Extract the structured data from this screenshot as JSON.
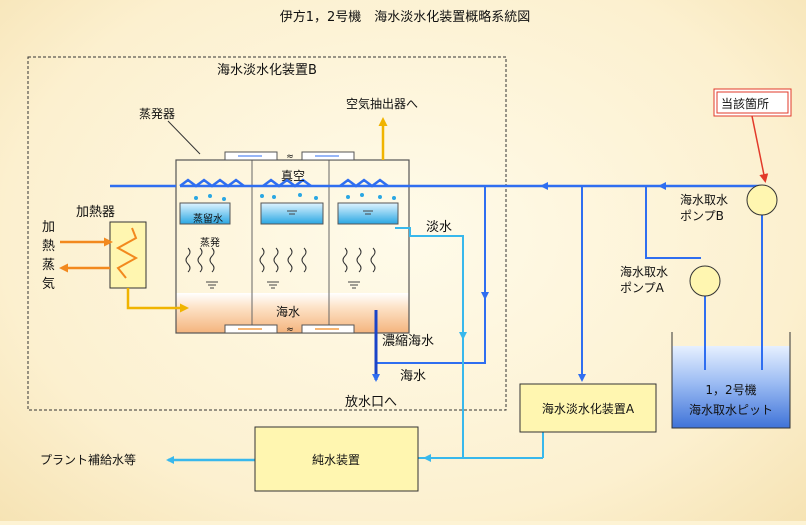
{
  "title": "伊方1，2号機　海水淡水化装置概略系統図",
  "colors": {
    "seawater": "#2f6ef0",
    "freshwater": "#38b8ec",
    "steam_orange": "#f2891e",
    "condensate_yellow": "#f0b400",
    "highlight_red": "#e23a2a",
    "box_yellow": "#fff6b0"
  },
  "labels": {
    "unit_b": "海水淡水化装置B",
    "evaporator": "蒸発器",
    "air_extractor": "空気抽出器へ",
    "vacuum": "真空",
    "distillate": "蒸留水",
    "evaporation": "蒸発",
    "seawater_in_tank": "海水",
    "heater": "加熱器",
    "heating_steam_chars": [
      "加",
      "熱",
      "蒸",
      "気"
    ],
    "fresh_water": "淡水",
    "brine": "濃縮海水",
    "seawater_return": "海水",
    "outlet": "放水口へ",
    "target_location": "当該箇所",
    "pump_b_line1": "海水取水",
    "pump_b_line2": "ポンプB",
    "pump_a_line1": "海水取水",
    "pump_a_line2": "ポンプA",
    "pit_line1": "1，2号機",
    "pit_line2": "海水取水ピット",
    "unit_a": "海水淡水化装置A",
    "demineralizer": "純水装置",
    "plant_makeup": "プラント補給水等"
  }
}
